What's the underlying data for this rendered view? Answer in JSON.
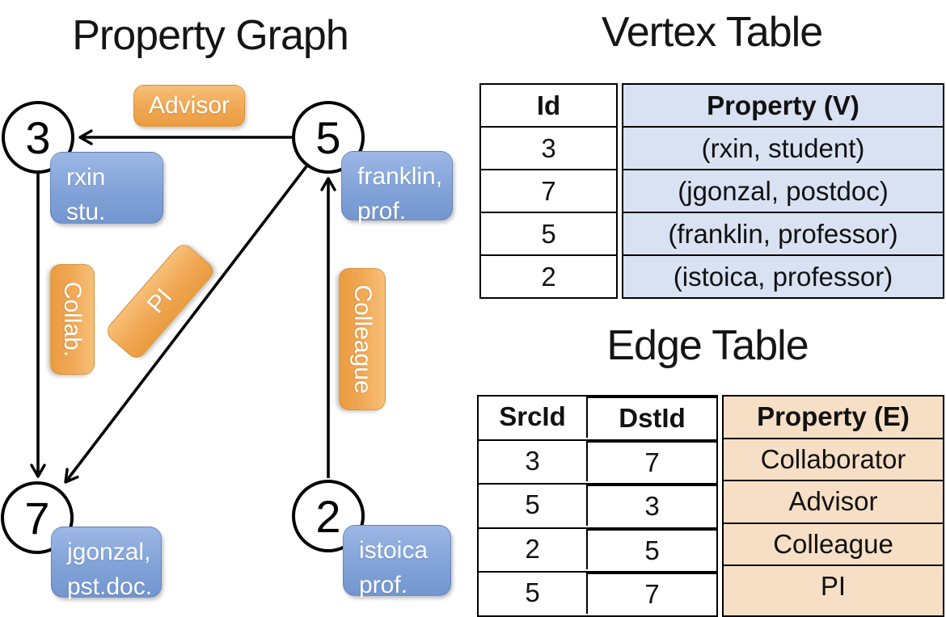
{
  "titles": {
    "graph": "Property Graph",
    "vertex_table": "Vertex Table",
    "edge_table": "Edge Table"
  },
  "graph": {
    "nodes": [
      {
        "id": "3",
        "prop_line1": "rxin",
        "prop_line2": "stu."
      },
      {
        "id": "5",
        "prop_line1": "franklin,",
        "prop_line2": "prof."
      },
      {
        "id": "7",
        "prop_line1": "jgonzal,",
        "prop_line2": "pst.doc."
      },
      {
        "id": "2",
        "prop_line1": "istoica",
        "prop_line2": "prof."
      }
    ],
    "edges": [
      {
        "src": "5",
        "dst": "3",
        "label": "Advisor"
      },
      {
        "src": "3",
        "dst": "7",
        "label": "Collab."
      },
      {
        "src": "5",
        "dst": "7",
        "label": "PI"
      },
      {
        "src": "2",
        "dst": "5",
        "label": "Colleague"
      }
    ]
  },
  "vertex_table": {
    "columns": {
      "id": "Id",
      "property": "Property (V)"
    },
    "rows": [
      {
        "id": "3",
        "property": "(rxin, student)"
      },
      {
        "id": "7",
        "property": "(jgonzal, postdoc)"
      },
      {
        "id": "5",
        "property": "(franklin, professor)"
      },
      {
        "id": "2",
        "property": "(istoica, professor)"
      }
    ]
  },
  "edge_table": {
    "columns": {
      "src": "SrcId",
      "dst": "DstId",
      "property": "Property (E)"
    },
    "rows": [
      {
        "src": "3",
        "dst": "7",
        "property": "Collaborator"
      },
      {
        "src": "5",
        "dst": "3",
        "property": "Advisor"
      },
      {
        "src": "2",
        "dst": "5",
        "property": "Colleague"
      },
      {
        "src": "5",
        "dst": "7",
        "property": "PI"
      }
    ]
  },
  "colors": {
    "vertex_box_blue": "#85a7db",
    "edge_label_orange": "#f0a751",
    "vertex_cell_blue": "#d9e2f3",
    "edge_cell_tan": "#f6dfc4",
    "line_black": "#000000"
  }
}
